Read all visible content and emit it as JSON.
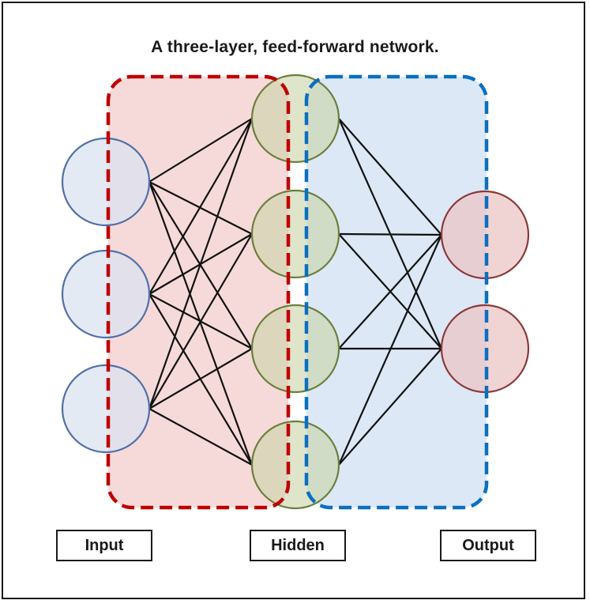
{
  "title": "A three-layer, feed-forward network.",
  "labels": {
    "input": "Input",
    "hidden": "Hidden",
    "output": "Output"
  },
  "colors": {
    "input_node_fill": "#dbe3f0",
    "input_node_stroke": "#4f6fa8",
    "hidden_node_fill": "#c9d4a8",
    "hidden_node_stroke": "#6b7f3a",
    "output_node_fill": "#ebc6c6",
    "output_node_stroke": "#8a3a3a",
    "red_group_fill": "#f6dada",
    "red_group_stroke": "#c00000",
    "blue_group_fill": "#dce8f5",
    "blue_group_stroke": "#0a6fbf",
    "edge": "#111111"
  },
  "layers": {
    "input_count": 3,
    "hidden_count": 4,
    "output_count": 2
  }
}
